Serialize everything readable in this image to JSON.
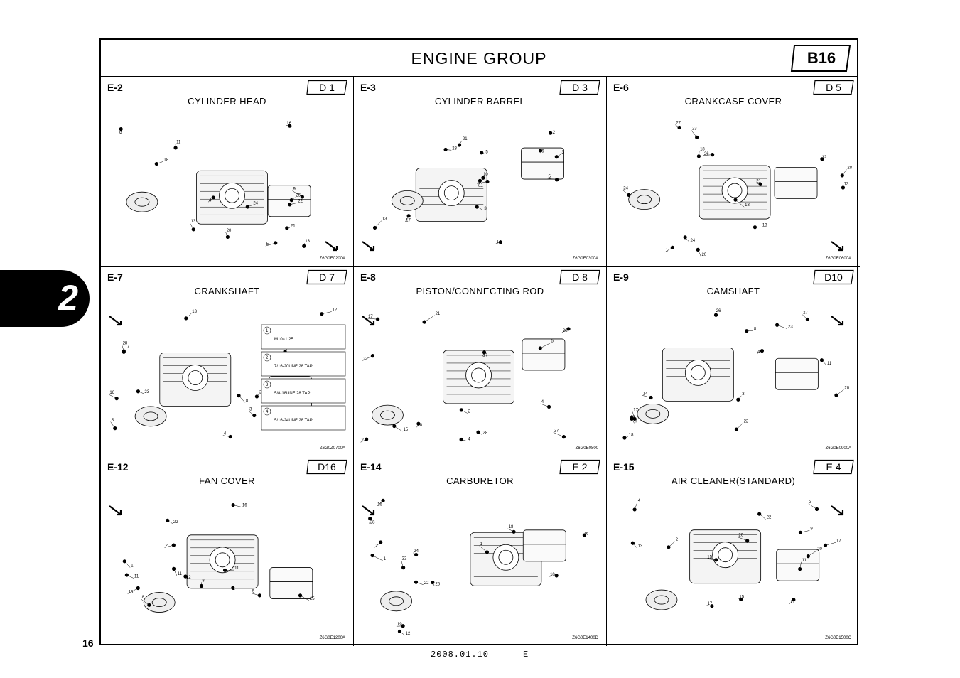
{
  "header": {
    "title": "ENGINE  GROUP",
    "code": "B16"
  },
  "side_tab": {
    "label": "2"
  },
  "sections": [
    {
      "id": "E-2",
      "name": "CYLINDER  HEAD",
      "ref": "D 1",
      "drawing_code": "Z6G0E0200A"
    },
    {
      "id": "E-3",
      "name": "CYLINDER  BARREL",
      "ref": "D 3",
      "drawing_code": "Z6G0E0300A"
    },
    {
      "id": "E-6",
      "name": "CRANKCASE  COVER",
      "ref": "D 5",
      "drawing_code": "Z6G0E0600A"
    },
    {
      "id": "E-7",
      "name": "CRANKSHAFT",
      "ref": "D 7",
      "drawing_code": "Z6G0Z0700A"
    },
    {
      "id": "E-8",
      "name": "PISTON/CONNECTING  ROD",
      "ref": "D 8",
      "drawing_code": "Z6G0E0800"
    },
    {
      "id": "E-9",
      "name": "CAMSHAFT",
      "ref": "D10",
      "drawing_code": "Z6G0E0900A"
    },
    {
      "id": "E-12",
      "name": "FAN  COVER",
      "ref": "D16",
      "drawing_code": "Z6G0E1200A"
    },
    {
      "id": "E-14",
      "name": "CARBURETOR",
      "ref": "E 2",
      "drawing_code": "Z6G0E1400D"
    },
    {
      "id": "E-15",
      "name": "AIR  CLEANER(STANDARD)",
      "ref": "E 4",
      "drawing_code": "Z6G0E1500C"
    }
  ],
  "crankshaft_specs": [
    {
      "n": "1",
      "text": "M10×1.25"
    },
    {
      "n": "2",
      "text": "7/16-20UNF 28 TAP"
    },
    {
      "n": "3",
      "text": "5/8-18UNF 28 TAP"
    },
    {
      "n": "4",
      "text": "5/16-24UNF 28 TAP"
    }
  ],
  "page_number": "16",
  "footer": {
    "date": "2008.01.10",
    "code": "E"
  }
}
